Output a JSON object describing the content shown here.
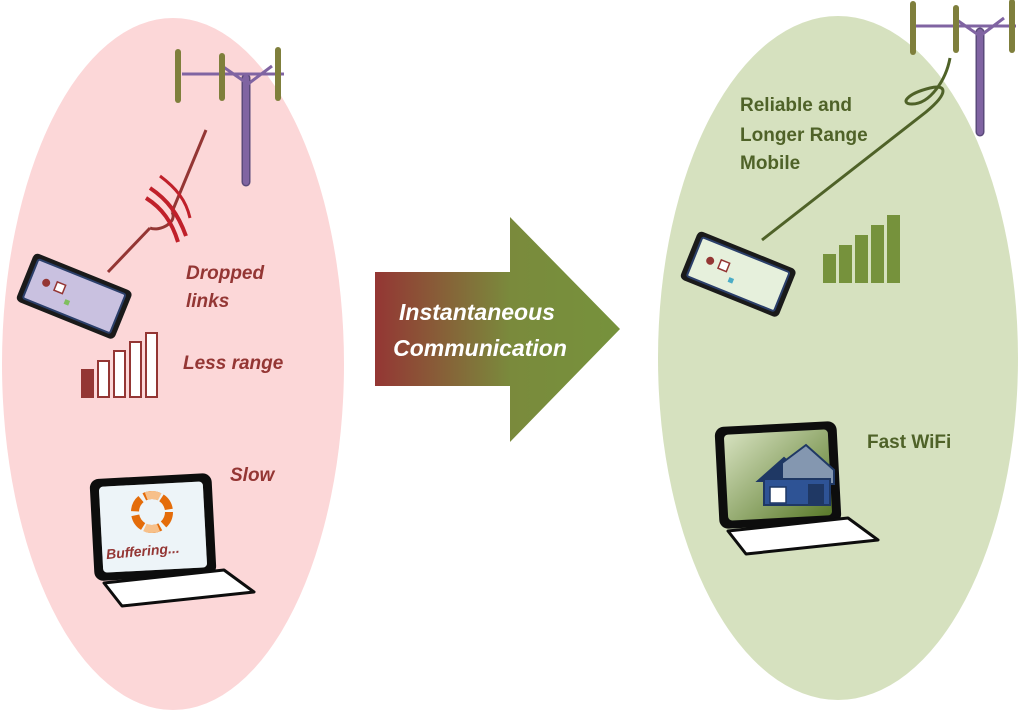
{
  "left_panel": {
    "labels": {
      "dropped_line1": "Dropped",
      "dropped_line2": "links",
      "less_range": "Less range",
      "slow": "Slow",
      "buffering": "Buffering..."
    },
    "colors": {
      "bg": "#fcd7d8",
      "accent": "#943634",
      "text": "#943634"
    },
    "signal_bars_filled": 1,
    "signal_bars_total": 5
  },
  "arrow": {
    "line1": "Instantaneous",
    "line2": "Communication",
    "colors": {
      "start": "#943634",
      "end": "#76923c",
      "text": "#ffffff"
    }
  },
  "right_panel": {
    "labels": {
      "reliable_line1": "Reliable and",
      "reliable_line2": "Longer Range",
      "reliable_line3": "Mobile",
      "fast_wifi": "Fast WiFi"
    },
    "colors": {
      "bg": "#d6e1bf",
      "accent": "#76923c",
      "text": "#4f6228"
    },
    "signal_bars_filled": 5,
    "signal_bars_total": 5
  },
  "tower": {
    "color": "#8064a2",
    "insulator_color": "#7f7f3c"
  },
  "icons": [
    "cell-tower-icon",
    "tablet-icon",
    "signal-bars-icon",
    "laptop-icon",
    "spinner-icon",
    "house-icon"
  ]
}
